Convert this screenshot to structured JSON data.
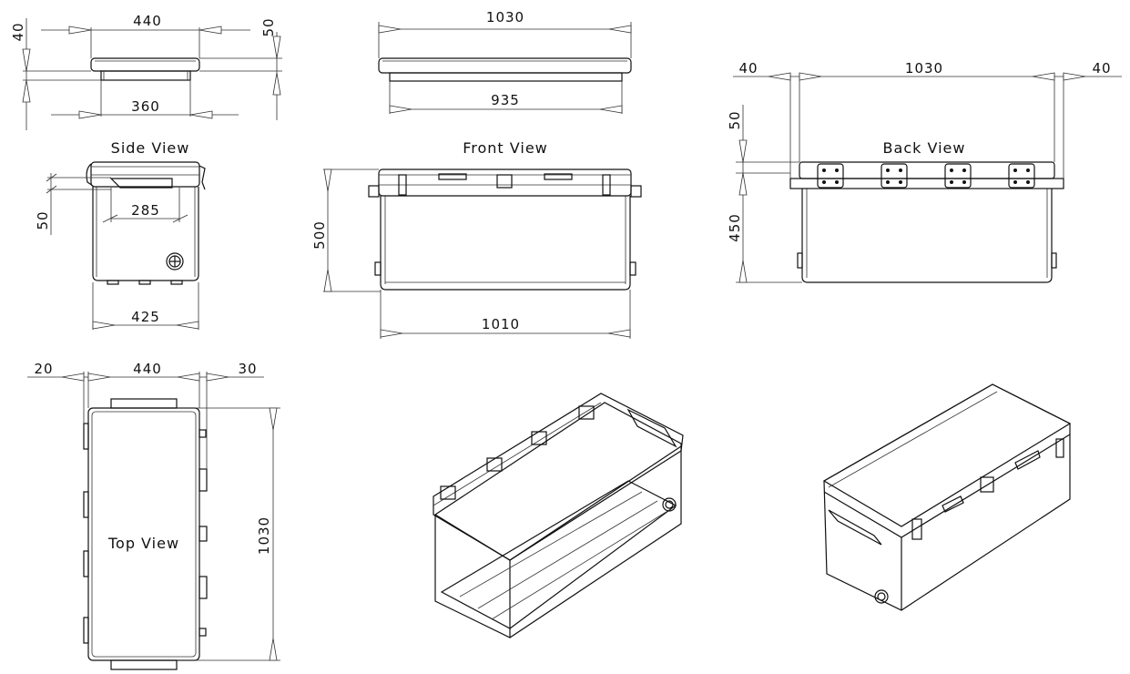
{
  "labels": {
    "side_view": "Side View",
    "front_view": "Front View",
    "back_view": "Back View",
    "top_view": "Top View"
  },
  "dimensions": {
    "side_lid_width": "440",
    "side_lid_inner": "360",
    "side_lid_thickness": "40",
    "side_lid_total": "50",
    "front_lid_width": "1030",
    "front_lid_inner": "935",
    "side_handle_width": "285",
    "side_handle_height": "50",
    "side_body_width": "425",
    "front_height": "500",
    "front_body_width": "1010",
    "back_left_overhang": "40",
    "back_width": "1030",
    "back_right_overhang": "40",
    "back_lid_height": "50",
    "back_body_height": "450",
    "top_left_offset": "20",
    "top_width": "440",
    "top_right_offset": "30",
    "top_length": "1030"
  }
}
